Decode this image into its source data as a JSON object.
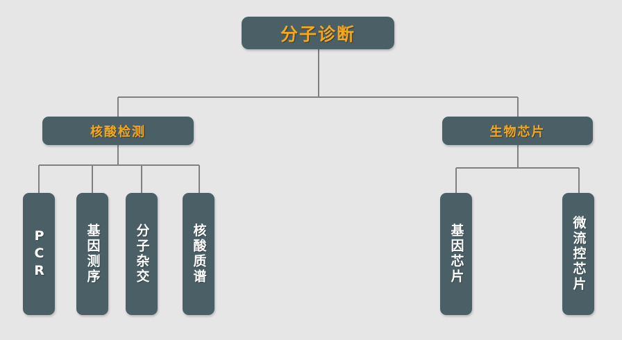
{
  "diagram": {
    "type": "org-tree",
    "orientation": "top-down",
    "background_color": "#e6e6e6",
    "node_fill_color": "#4a5f66",
    "connector_color": "#808080",
    "title_text_color": "#f5a81c",
    "leaf_text_color": "#ffffff",
    "root": {
      "label": "分子诊断"
    },
    "branches": [
      {
        "label": "核酸检测",
        "children": [
          {
            "label": "PCR"
          },
          {
            "label": "基因测序"
          },
          {
            "label": "分子杂交"
          },
          {
            "label": "核酸质谱"
          }
        ]
      },
      {
        "label": "生物芯片",
        "children": [
          {
            "label": "基因芯片"
          },
          {
            "label": "微流控芯片"
          }
        ]
      }
    ]
  }
}
